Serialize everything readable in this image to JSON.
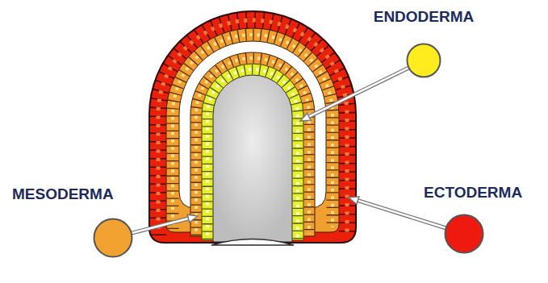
{
  "diagram": {
    "nodes": [
      {
        "text": [
          "ENDODERMA"
        ]
      },
      {
        "text": [
          "MESODERMA"
        ]
      },
      {
        "text": [
          "ECTODERMA"
        ]
      }
    ]
  }
}
